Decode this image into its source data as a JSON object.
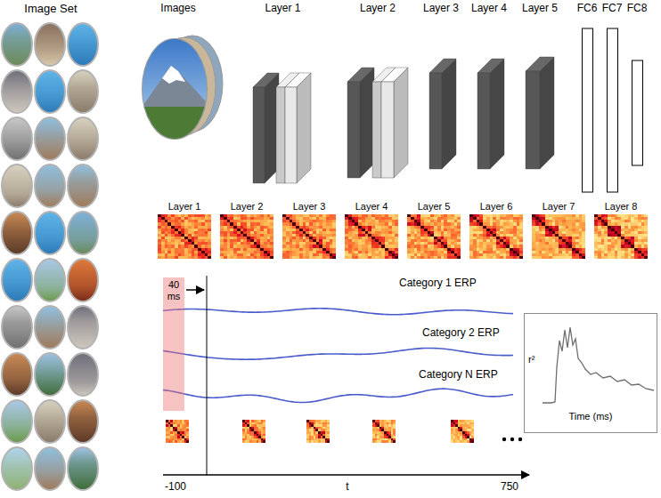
{
  "diagram": {
    "nodes": [
      {
        "text": [
          "Image Set"
        ]
      },
      {
        "text": [
          "Images"
        ]
      },
      {
        "text": [
          "Layer 1"
        ]
      },
      {
        "text": [
          "Layer 2"
        ]
      },
      {
        "text": [
          "Layer 3"
        ]
      },
      {
        "text": [
          "Layer 4"
        ]
      },
      {
        "text": [
          "Layer 5"
        ]
      },
      {
        "text": [
          "FC6"
        ]
      },
      {
        "text": [
          "FC7"
        ]
      },
      {
        "text": [
          "FC8"
        ]
      },
      {
        "text": [
          "Layer 1"
        ]
      },
      {
        "text": [
          "Layer 2"
        ]
      },
      {
        "text": [
          "Layer 3"
        ]
      },
      {
        "text": [
          "Layer 4"
        ]
      },
      {
        "text": [
          "Layer 5"
        ]
      },
      {
        "text": [
          "Layer 6"
        ]
      },
      {
        "text": [
          "Layer 7"
        ]
      },
      {
        "text": [
          "Layer 8"
        ]
      },
      {
        "text": [
          "40 ms"
        ]
      },
      {
        "text": [
          "r²",
          "Time (ms)"
        ]
      }
    ],
    "labels": [
      "Category 1 ERP",
      "Category 2 ERP",
      "Category N ERP",
      "-100",
      "t",
      "750"
    ]
  }
}
